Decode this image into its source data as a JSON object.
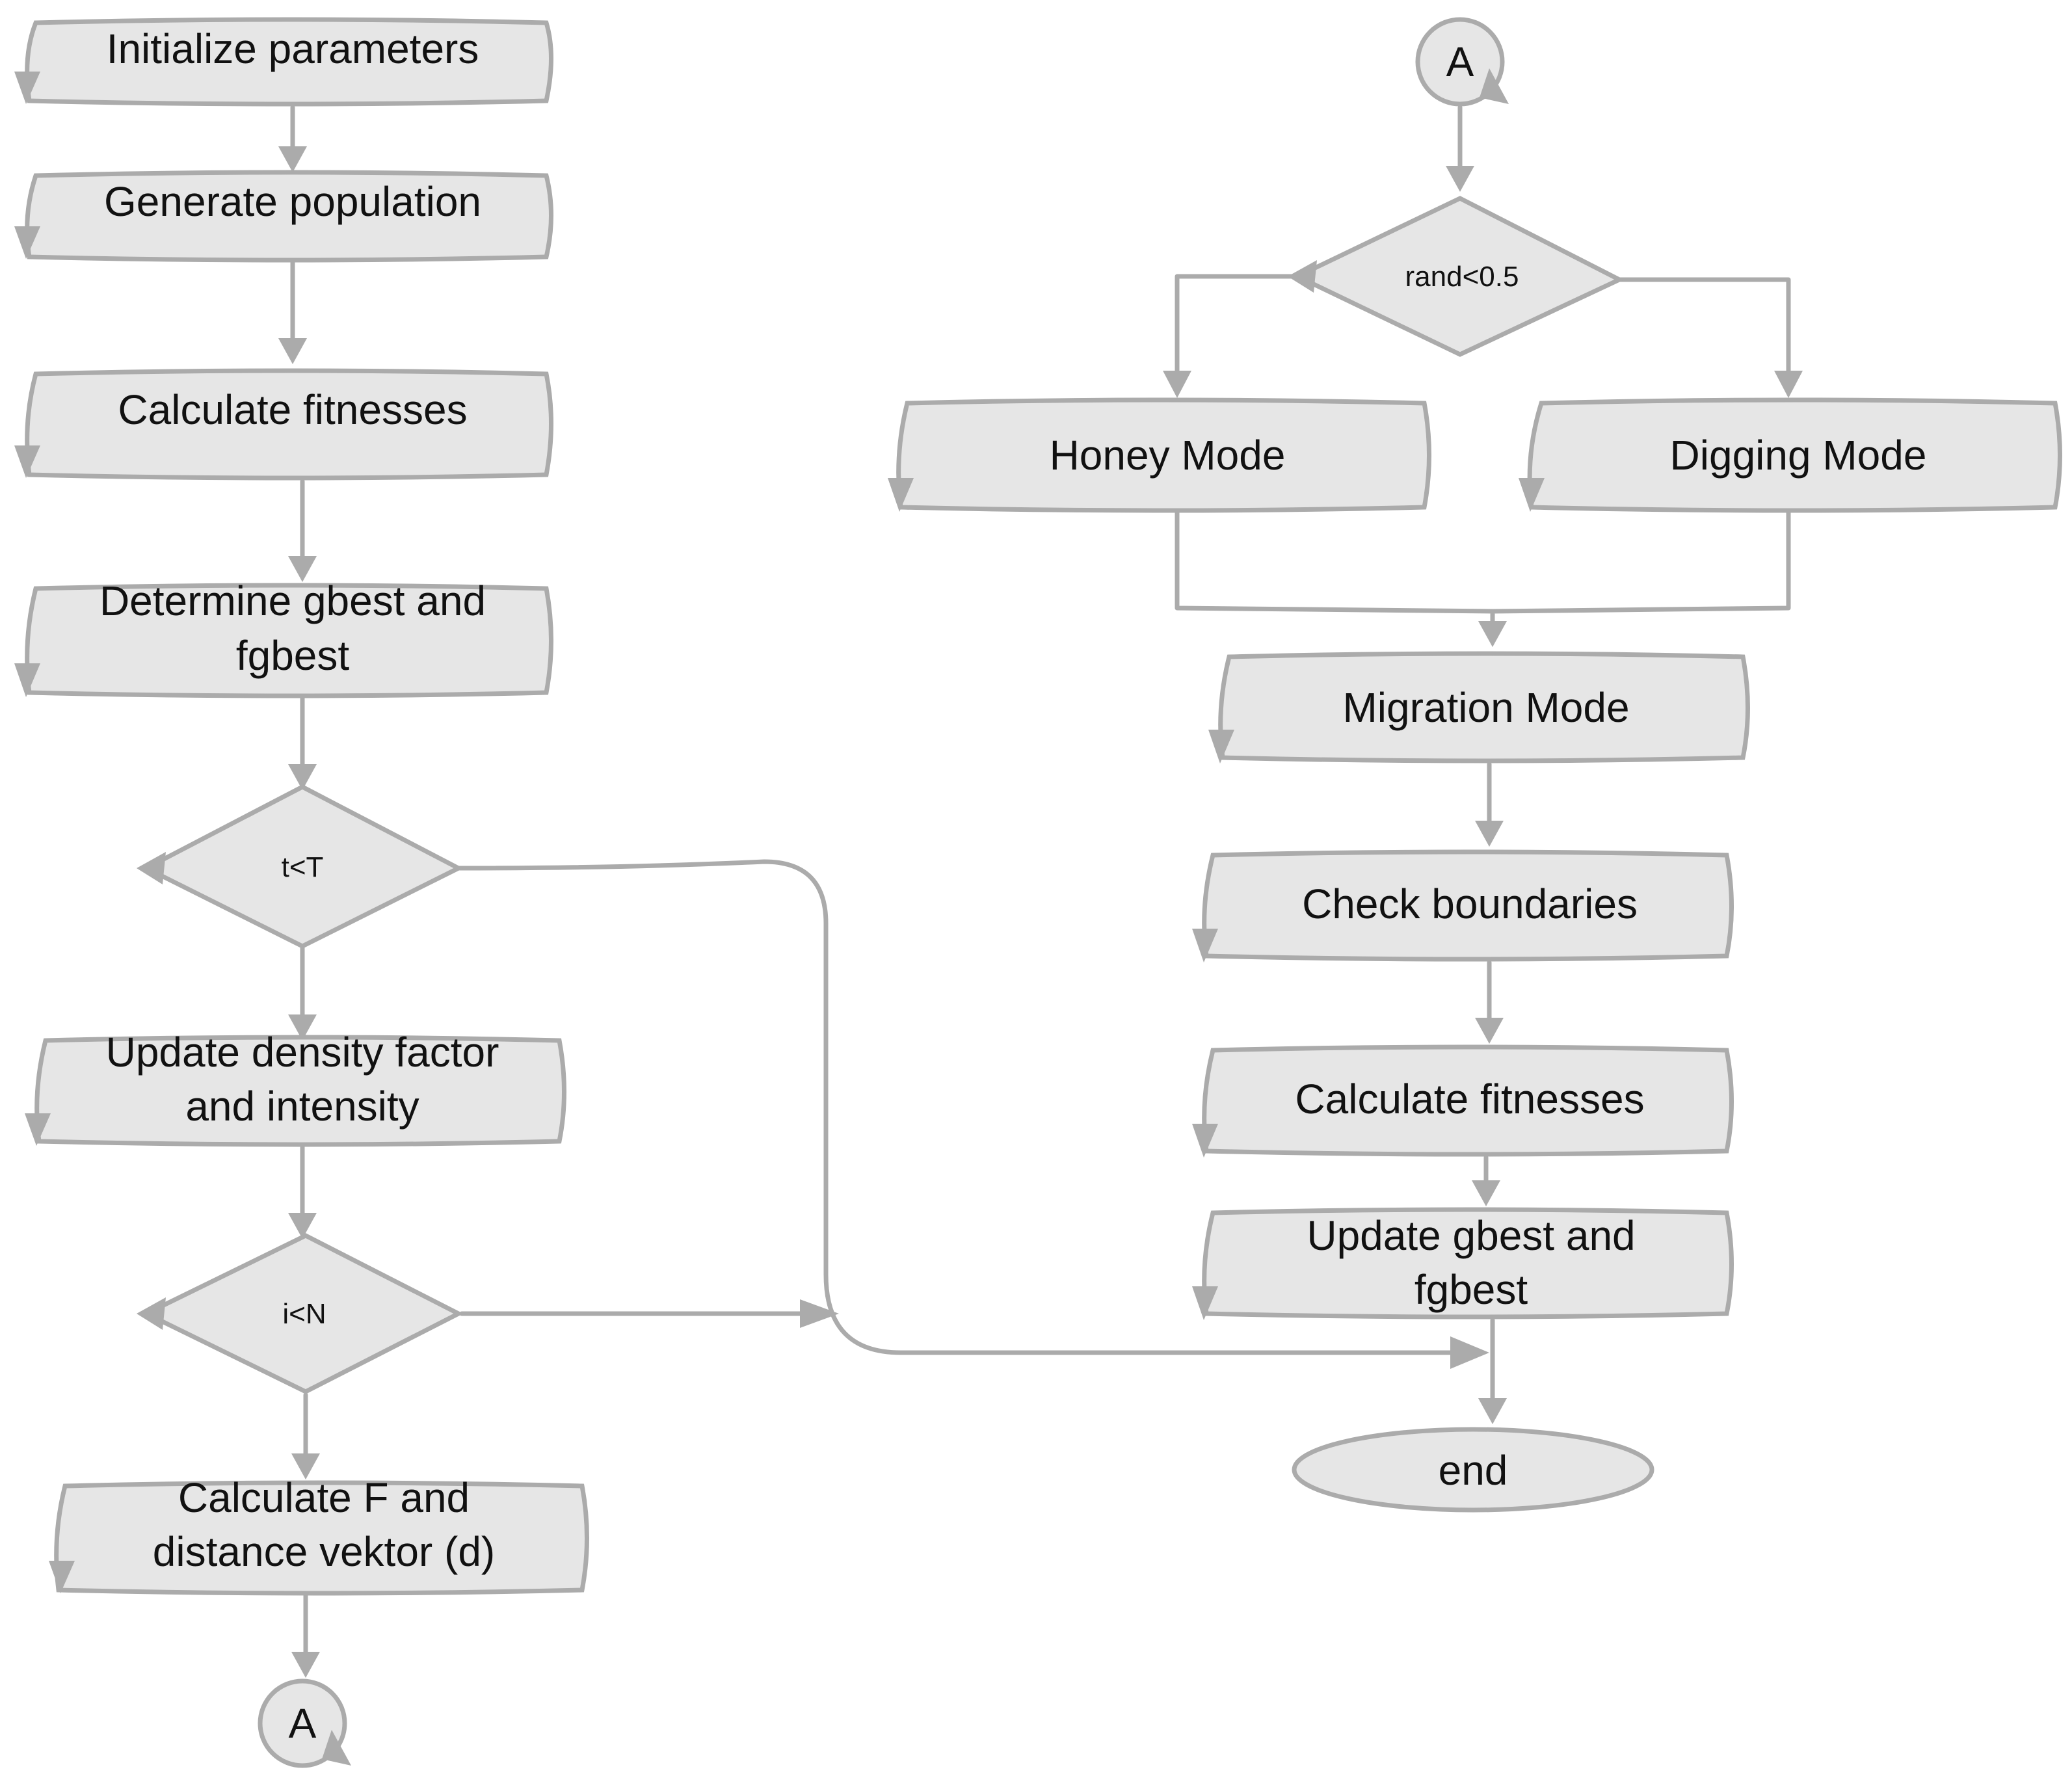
{
  "nodes": {
    "init": {
      "text": "Initialize parameters"
    },
    "generate": {
      "text": "Generate population"
    },
    "calc_fit_left": {
      "text": "Calculate fitnesses"
    },
    "determine": {
      "line1": "Determine gbest and",
      "line2": "fgbest"
    },
    "dec_t": {
      "text": "t<T"
    },
    "update_density": {
      "line1": "Update density factor",
      "line2": "and intensity"
    },
    "dec_i": {
      "text": "i<N"
    },
    "calc_f": {
      "line1": "Calculate F and",
      "line2": "distance vektor (d)"
    },
    "conn_a_bottom": {
      "text": "A"
    },
    "conn_a_top": {
      "text": "A"
    },
    "dec_rand": {
      "text": "rand<0.5"
    },
    "honey": {
      "text": "Honey Mode"
    },
    "digging": {
      "text": "Digging Mode"
    },
    "migration": {
      "text": "Migration Mode"
    },
    "check": {
      "text": "Check boundaries"
    },
    "calc_fit_right": {
      "text": "Calculate fitnesses"
    },
    "update_gbest": {
      "line1": "Update gbest and",
      "line2": "fgbest"
    },
    "end": {
      "text": "end"
    }
  }
}
